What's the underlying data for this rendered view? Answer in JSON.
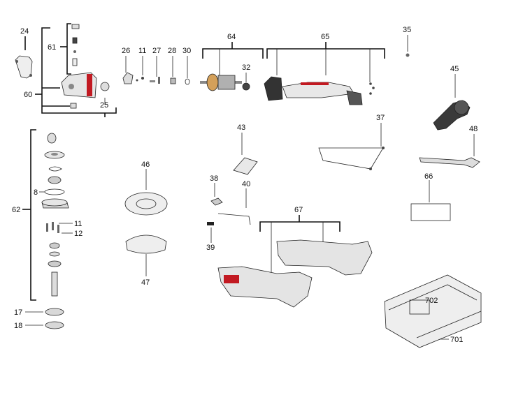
{
  "labels": {
    "l24": "24",
    "l61": "61",
    "l60": "60",
    "l25": "25",
    "l26": "26",
    "l11a": "11",
    "l27": "27",
    "l28": "28",
    "l30": "30",
    "l64": "64",
    "l32": "32",
    "l65": "65",
    "l35": "35",
    "l45": "45",
    "l43": "43",
    "l37": "37",
    "l48": "48",
    "l62": "62",
    "l8": "8",
    "l11b": "11",
    "l12": "12",
    "l17": "17",
    "l18": "18",
    "l46": "46",
    "l47": "47",
    "l38": "38",
    "l40": "40",
    "l39": "39",
    "l66": "66",
    "l67": "67",
    "l702": "702",
    "l701": "701"
  },
  "colors": {
    "accent_red": "#c21a22",
    "part_fill": "#e4e4e4",
    "part_dark": "#555555"
  }
}
